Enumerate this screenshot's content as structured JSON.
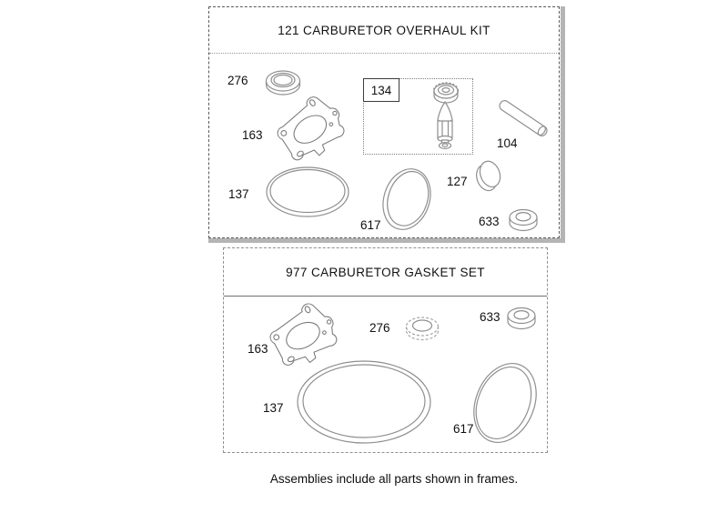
{
  "caption": "Assemblies include all parts shown in frames.",
  "colors": {
    "drawing_line": "#8f8f8f",
    "text": "#101010",
    "frame_shadow": "#b4b4b4"
  },
  "frames": [
    {
      "title": "121 CARBURETOR OVERHAUL KIT",
      "inset_box": {
        "label": "134"
      },
      "part_labels": [
        {
          "ref": "276"
        },
        {
          "ref": "163"
        },
        {
          "ref": "137"
        },
        {
          "ref": "104"
        },
        {
          "ref": "127"
        },
        {
          "ref": "617"
        },
        {
          "ref": "633"
        }
      ]
    },
    {
      "title": "977 CARBURETOR GASKET SET",
      "part_labels": [
        {
          "ref": "163"
        },
        {
          "ref": "276"
        },
        {
          "ref": "633"
        },
        {
          "ref": "137"
        },
        {
          "ref": "617"
        }
      ]
    }
  ]
}
